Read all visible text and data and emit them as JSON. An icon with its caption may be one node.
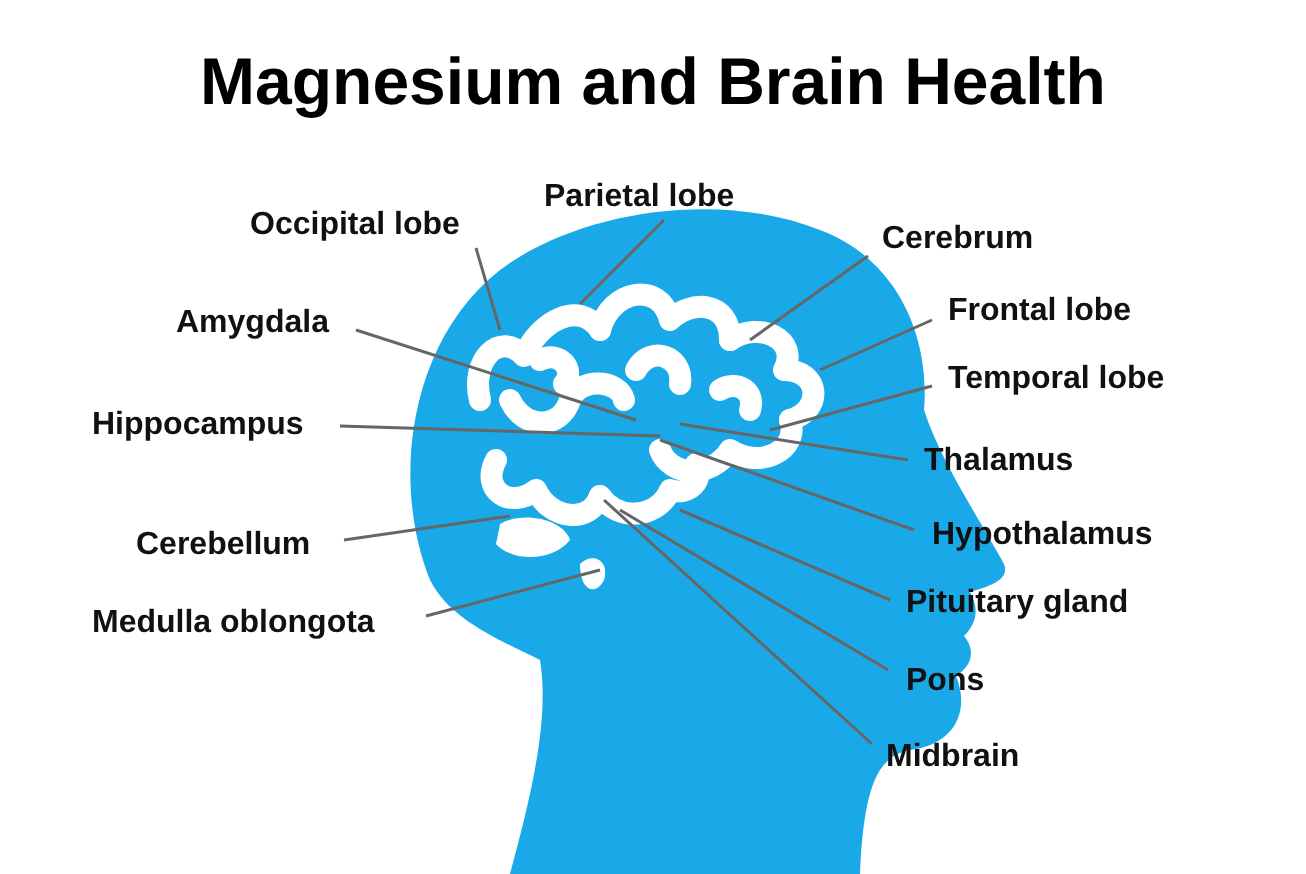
{
  "diagram": {
    "title": "Magnesium and Brain Health",
    "nodes": [
      {
        "text": [
          "Parietal lobe"
        ]
      },
      {
        "text": [
          "Occipital lobe"
        ]
      },
      {
        "text": [
          "Cerebrum"
        ]
      },
      {
        "text": [
          "Frontal lobe"
        ]
      },
      {
        "text": [
          "Amygdala"
        ]
      },
      {
        "text": [
          "Temporal lobe"
        ]
      },
      {
        "text": [
          "Hippocampus"
        ]
      },
      {
        "text": [
          "Thalamus"
        ]
      },
      {
        "text": [
          "Hypothalamus"
        ]
      },
      {
        "text": [
          "Cerebellum"
        ]
      },
      {
        "text": [
          "Pituitary gland"
        ]
      },
      {
        "text": [
          "Medulla oblongota"
        ]
      },
      {
        "text": [
          "Pons"
        ]
      },
      {
        "text": [
          "Midbrain"
        ]
      }
    ],
    "edges": [
      {
        "from": 0,
        "to": null,
        "arrow": "none"
      },
      {
        "from": 1,
        "to": null,
        "arrow": "none"
      },
      {
        "from": 2,
        "to": null,
        "arrow": "none"
      },
      {
        "from": 3,
        "to": null,
        "arrow": "none"
      },
      {
        "from": 4,
        "to": null,
        "arrow": "none"
      },
      {
        "from": 5,
        "to": null,
        "arrow": "none"
      },
      {
        "from": 6,
        "to": null,
        "arrow": "none"
      },
      {
        "from": 7,
        "to": null,
        "arrow": "none"
      },
      {
        "from": 8,
        "to": null,
        "arrow": "none"
      },
      {
        "from": 9,
        "to": null,
        "arrow": "none"
      },
      {
        "from": 10,
        "to": null,
        "arrow": "none"
      },
      {
        "from": 11,
        "to": null,
        "arrow": "none"
      },
      {
        "from": 12,
        "to": null,
        "arrow": "none"
      },
      {
        "from": 13,
        "to": null,
        "arrow": "none"
      }
    ]
  }
}
